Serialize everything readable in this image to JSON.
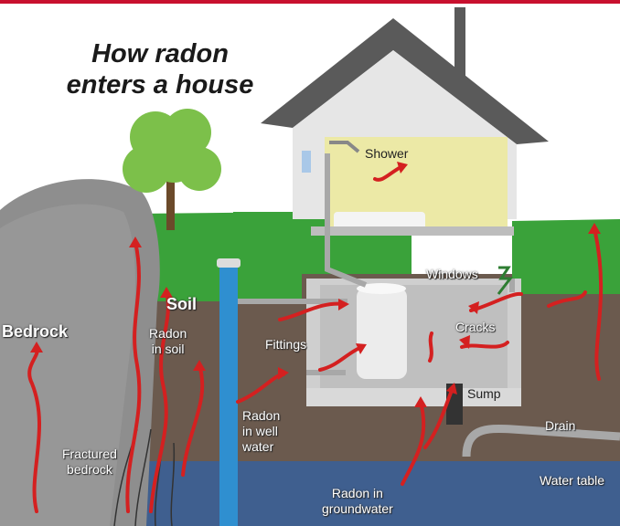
{
  "title": {
    "line1": "How radon",
    "line2": "enters a house"
  },
  "labels": {
    "shower": "Shower",
    "windows": "Windows",
    "soil": "Soil",
    "bedrock": "Bedrock",
    "radon_in_soil": [
      "Radon",
      "in soil"
    ],
    "fittings": "Fittings",
    "cracks": "Cracks",
    "radon_in_well_water": [
      "Radon",
      "in well",
      "water"
    ],
    "sump": "Sump",
    "drain": "Drain",
    "fractured_bedrock": [
      "Fractured",
      "bedrock"
    ],
    "water_table": "Water table",
    "radon_in_groundwater": [
      "Radon in",
      "groundwater"
    ]
  },
  "colors": {
    "top_border": "#c8102e",
    "sky": "#ffffff",
    "grass": "#3aa23a",
    "soil": "#6b5a4e",
    "groundwater": "#3f5f8f",
    "bedrock": "#8e8e8e",
    "roof": "#5a5a5a",
    "wall": "#dcdcdc",
    "interior": "#ece9a6",
    "radon_arrow": "#d42020",
    "tree": "#7cc04a"
  }
}
